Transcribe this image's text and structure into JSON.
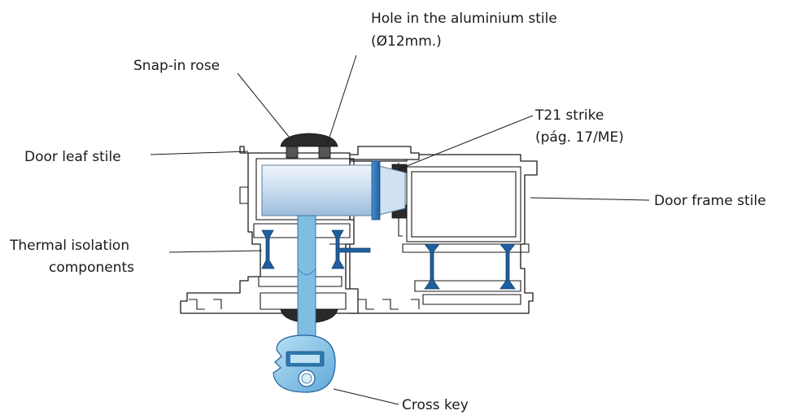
{
  "labels": {
    "hole_line1": "Hole in the aluminium stile",
    "hole_line2": "(Ø12mm.)",
    "snap_in_rose": "Snap-in rose",
    "door_leaf_stile": "Door leaf  stile",
    "t21_line1": "T21 strike",
    "t21_line2": "(pág. 17/ME)",
    "door_frame_stile": "Door frame stile",
    "thermal_line1": "Thermal isolation",
    "thermal_line2": "components",
    "cross_key": "Cross key"
  },
  "colors": {
    "cylinder": "#c9dcef",
    "key": "#8fc6e6",
    "thermal_break": "#1f5f9e",
    "rose": "#2a2a2a",
    "outline": "#1a1a1a"
  }
}
